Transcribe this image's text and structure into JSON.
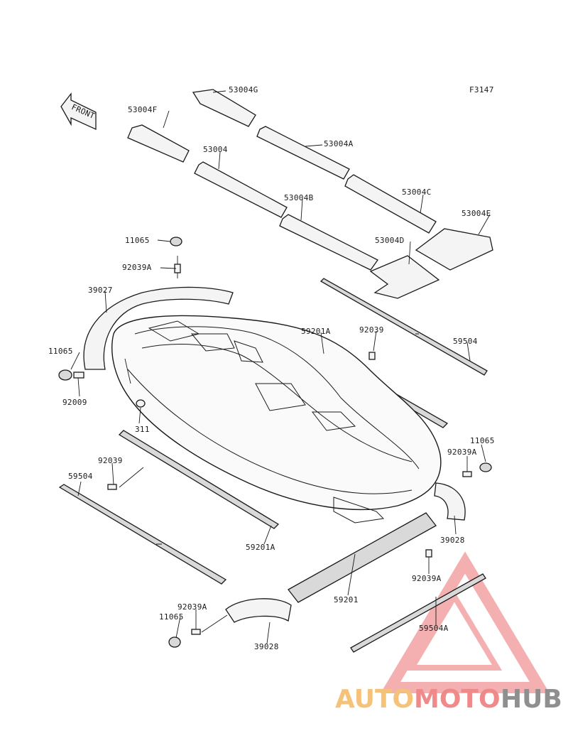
{
  "figure_code": "F3147",
  "front_arrow_label": "FRONT",
  "part_labels": {
    "p53004G": "53004G",
    "p53004F": "53004F",
    "p53004A": "53004A",
    "p53004": "53004",
    "p53004C": "53004C",
    "p53004B": "53004B",
    "p53004E": "53004E",
    "p53004D": "53004D",
    "p11065_top": "11065",
    "p92039A_top": "92039A",
    "p39027": "39027",
    "p59201A_right": "59201A",
    "p92039_right": "92039",
    "p59504_right": "59504",
    "p11065_left": "11065",
    "p92009": "92009",
    "p311": "311",
    "p11065_right": "11065",
    "p92039A_right": "92039A",
    "p92039_left": "92039",
    "p59504_left": "59504",
    "p39028_right": "39028",
    "p59201A_bottom": "59201A",
    "p92039A_lowright": "92039A",
    "p59201": "59201",
    "p92039A_bottom": "92039A",
    "p11065_bottom": "11065",
    "p59504A": "59504A",
    "p39028_bottom": "39028"
  },
  "watermark": {
    "part1": "AUTO",
    "part2": "MOTO",
    "part3": "HUB"
  }
}
